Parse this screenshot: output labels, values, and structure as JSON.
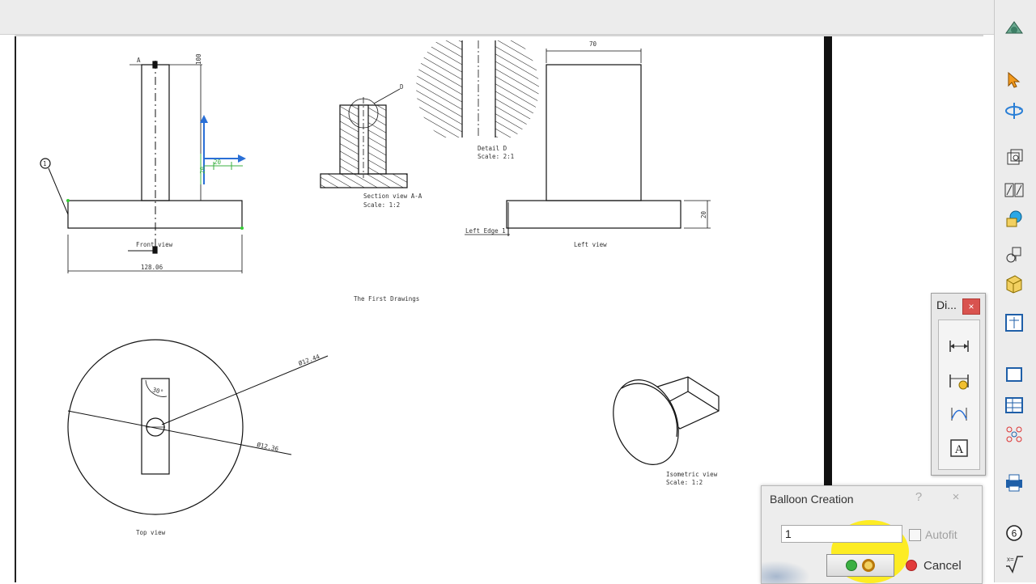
{
  "drawing": {
    "front_view_label": "Front view",
    "front_dim_width": "128.06",
    "front_dim_height": "100",
    "front_dim_small": "20",
    "front_dim_small2": "20",
    "marker_A": "A",
    "balloon_number": "1",
    "section_label": "Section view A-A",
    "section_scale": "Scale:  1:2",
    "detail_marker": "D",
    "detail_label": "Detail D",
    "detail_scale": "Scale:  2:1",
    "left_view_label": "Left view",
    "left_dim_top": "70",
    "left_dim_side": "20",
    "left_edge_label": "Left Edge 1",
    "sheet_title": "The First Drawings",
    "top_view_label": "Top view",
    "dia_1": "Ø12.44",
    "dia_2": "Ø12.36",
    "top_angle": "30°",
    "iso_label": "Isometric view",
    "iso_scale": "Scale:  1:2"
  },
  "dimension_palette": {
    "title": "Di...",
    "close": "×"
  },
  "balloon_dialog": {
    "title": "Balloon Creation",
    "help": "?",
    "close": "×",
    "value": "1",
    "autofit_label": "Autofit",
    "cancel_label": "Cancel"
  },
  "toolbar": {
    "badge": "6"
  }
}
